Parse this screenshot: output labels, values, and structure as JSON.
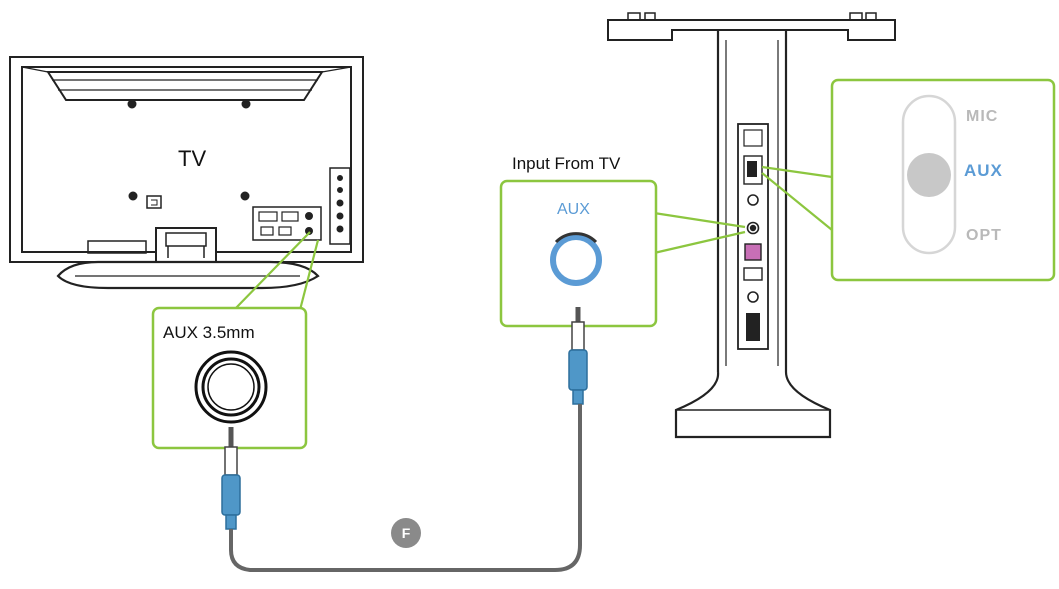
{
  "labels": {
    "tv": "TV",
    "aux_35mm": "AUX 3.5mm",
    "input_from_tv": "Input From TV",
    "aux_port": "AUX"
  },
  "switch": {
    "options": [
      "MIC",
      "AUX",
      "OPT"
    ],
    "selected": "AUX"
  },
  "step_marker": "F",
  "colors": {
    "callout_border": "#8cc63f",
    "cable_plug": "#4f97c8",
    "cable": "#666666",
    "aux_accent": "#5b9bd5",
    "switch_inactive": "#b9b9b9",
    "switch_knob": "#c8c8c8",
    "step_marker_bg": "#8a8a8a"
  }
}
